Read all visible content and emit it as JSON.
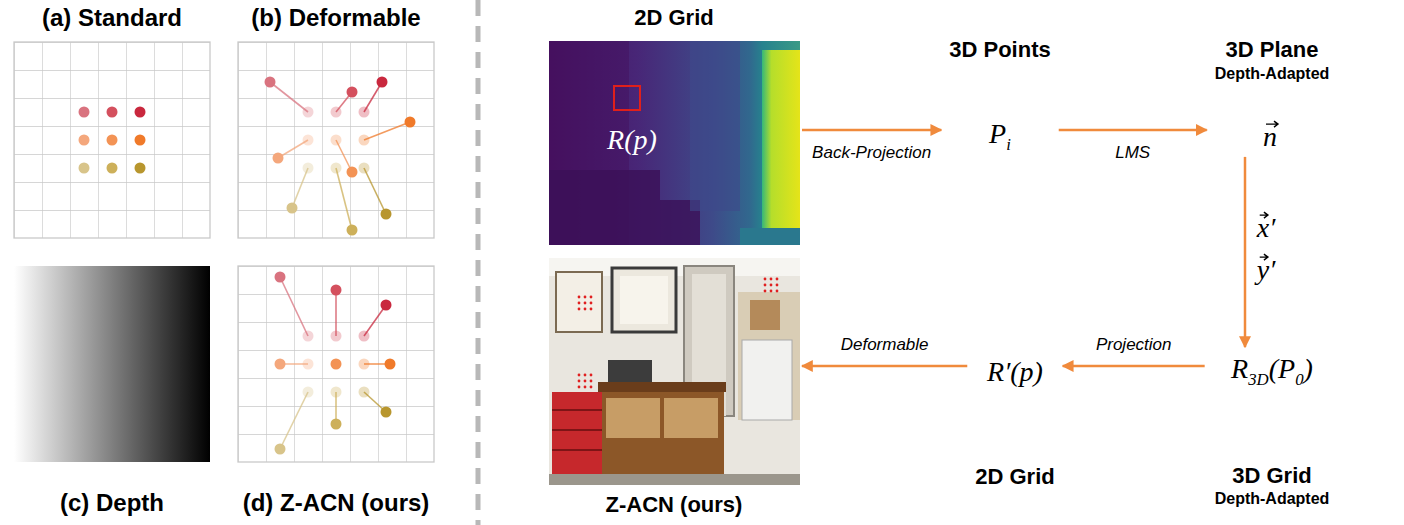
{
  "diagram": {
    "nodes": [
      {
        "text": [
          "(a) Standard"
        ]
      },
      {
        "text": [
          "(b) Deformable"
        ]
      },
      {
        "text": [
          "(c) Depth"
        ]
      },
      {
        "text": [
          "(d) Z-ACN (ours)"
        ]
      },
      {
        "text": [
          "2D Grid",
          "R(p)"
        ]
      },
      {
        "text": [
          "Z-ACN (ours)"
        ]
      },
      {
        "text": [
          "3D Points",
          "Pi"
        ]
      },
      {
        "text": [
          "3D Plane",
          "Depth-Adapted",
          "n"
        ]
      },
      {
        "text": [
          "R3D(P0)",
          "3D Grid",
          "Depth-Adapted"
        ]
      },
      {
        "text": [
          "R′(p)",
          "2D Grid"
        ]
      }
    ],
    "edges": [
      {
        "from": 4,
        "to": 6,
        "arrow": "to",
        "label": "Back-Projection"
      },
      {
        "from": 6,
        "to": 7,
        "arrow": "to",
        "label": "LMS"
      },
      {
        "from": 7,
        "to": 8,
        "arrow": "to"
      },
      {
        "from": 8,
        "to": 9,
        "arrow": "to",
        "label": "Projection"
      },
      {
        "from": 9,
        "to": 5,
        "arrow": "to",
        "label": "Deformable"
      }
    ],
    "labels": [
      "x′",
      "y′"
    ]
  }
}
